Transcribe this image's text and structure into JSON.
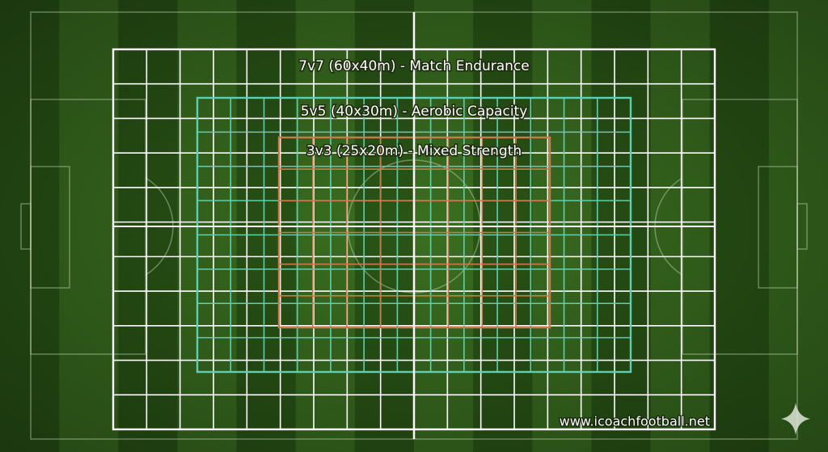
{
  "zones": [
    {
      "id": "7v7",
      "label": "7v7 (60x40m) - Match Endurance",
      "color": "#ffffff"
    },
    {
      "id": "5v5",
      "label": "5v5 (40x30m) - Aerobic Capacity",
      "color": "#5fcfb0"
    },
    {
      "id": "3v3",
      "label": "3v3 (25x20m) - Mixed Strength",
      "color": "#c87a4a"
    }
  ],
  "watermark": "www.icoachfootball.net",
  "colors": {
    "grass_dark": "#2a5616",
    "grass_light": "#3a6f20",
    "pitch_lines": "#c8d8b8",
    "halfway_line": "#ffffff"
  },
  "icons": {
    "corner_mark": "sparkle-icon"
  }
}
